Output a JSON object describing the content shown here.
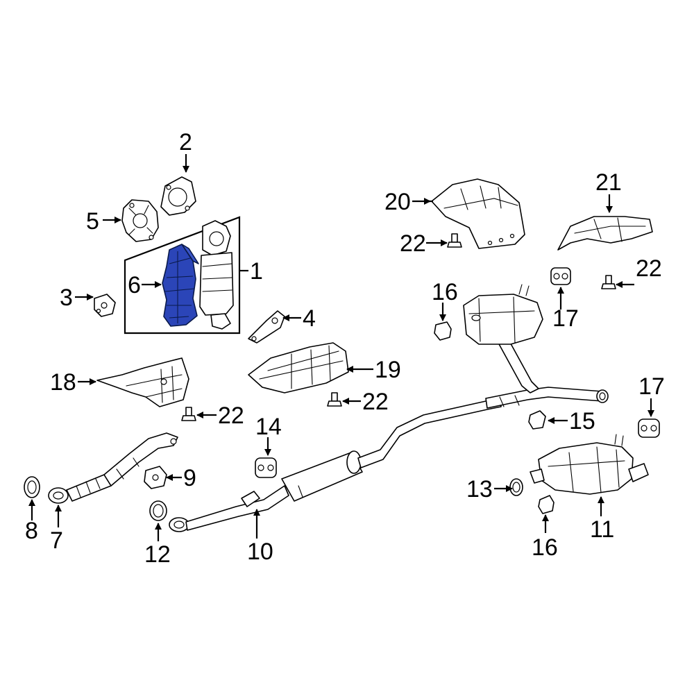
{
  "highlight_color": "#2b45b8",
  "callouts": {
    "c1": "1",
    "c2": "2",
    "c3": "3",
    "c4": "4",
    "c5": "5",
    "c6": "6",
    "c7": "7",
    "c8": "8",
    "c9": "9",
    "c10": "10",
    "c11": "11",
    "c12": "12",
    "c13": "13",
    "c14": "14",
    "c15": "15",
    "c16a": "16",
    "c16b": "16",
    "c17a": "17",
    "c17b": "17",
    "c18": "18",
    "c19": "19",
    "c20": "20",
    "c21": "21",
    "c22a": "22",
    "c22b": "22",
    "c22c": "22",
    "c22d": "22"
  }
}
